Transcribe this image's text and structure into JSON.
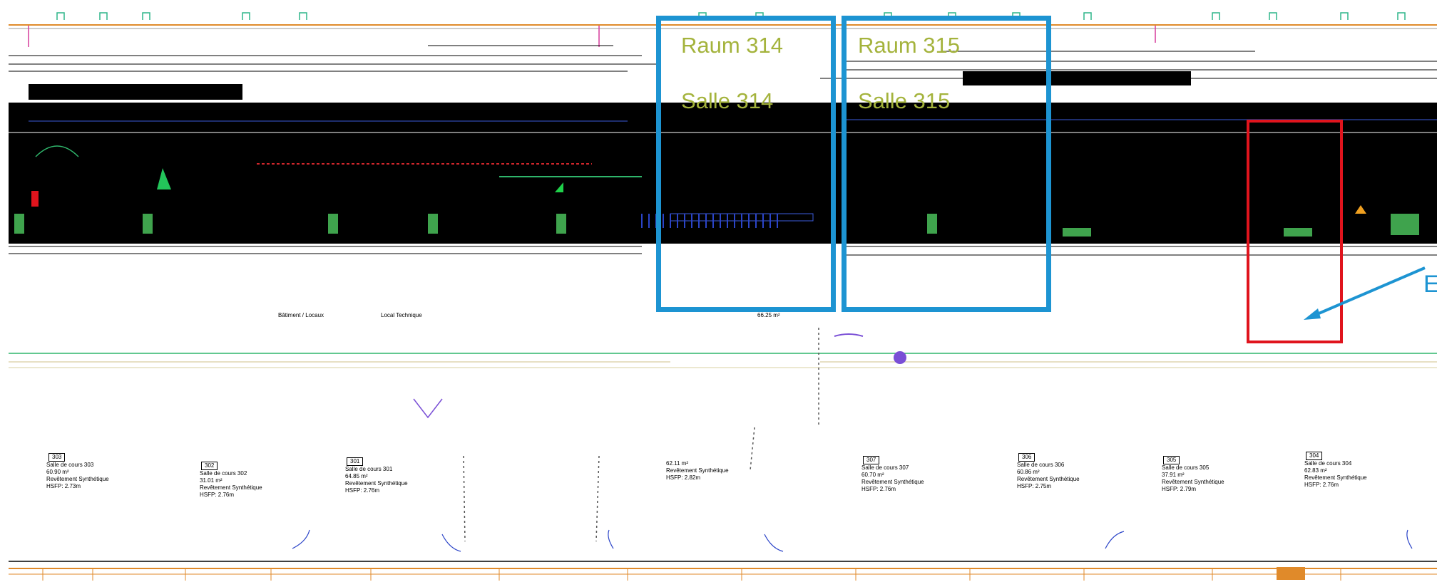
{
  "colors": {
    "highlight_blue": "#1d94d2",
    "highlight_red": "#e0141d",
    "room_label": "#a4b33c",
    "plan_fill": "#000000"
  },
  "rooms": [
    {
      "name_de": "Raum 314",
      "name_fr": "Salle 314"
    },
    {
      "name_de": "Raum 315",
      "name_fr": "Salle 315"
    }
  ],
  "edge_letter": "E",
  "plan_labels": {
    "area_center": "66.25 m²",
    "corridor_left": "Bâtiment / Locaux",
    "tech_room": "Local Technique"
  },
  "lower_rooms": [
    {
      "name": "Salle de cours 303",
      "area": "60.90 m²",
      "floor": "Revêtement Synthétique",
      "height": "HSFP: 2.73m"
    },
    {
      "name": "Salle de cours 302",
      "area": "31.01 m²",
      "floor": "Revêtement Synthétique",
      "height": "HSFP: 2.76m"
    },
    {
      "name": "Salle de cours 301",
      "area": "64.85 m²",
      "floor": "Revêtement Synthétique",
      "height": "HSFP: 2.76m"
    },
    {
      "name": "",
      "area": "62.11 m²",
      "floor": "Revêtement Synthétique",
      "height": "HSFP: 2.82m"
    },
    {
      "name": "Salle de cours 307",
      "area": "60.70 m²",
      "floor": "Revêtement Synthétique",
      "height": "HSFP: 2.76m"
    },
    {
      "name": "Salle de cours 306",
      "area": "60.86 m²",
      "floor": "Revêtement Synthétique",
      "height": "HSFP: 2.75m"
    },
    {
      "name": "Salle de cours 305",
      "area": "37.91 m²",
      "floor": "Revêtement Synthétique",
      "height": "HSFP: 2.79m"
    },
    {
      "name": "Salle de cours 304",
      "area": "62.83 m²",
      "floor": "Revêtement Synthétique",
      "height": "HSFP: 2.76m"
    }
  ],
  "room_tags": [
    "303",
    "302",
    "301",
    "",
    "307",
    "306",
    "305",
    "304"
  ]
}
